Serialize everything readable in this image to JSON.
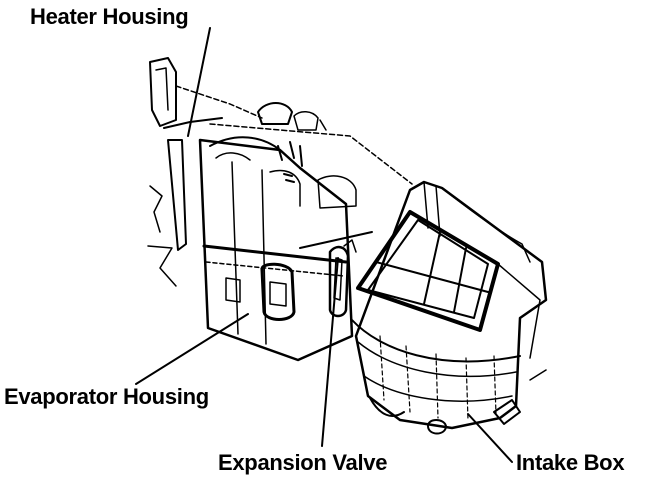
{
  "labels": {
    "heater_housing": "Heater Housing",
    "evaporator_housing": "Evaporator Housing",
    "expansion_valve": "Expansion Valve",
    "intake_box": "Intake Box"
  },
  "colors": {
    "ink": "#000000",
    "paper": "#ffffff"
  }
}
